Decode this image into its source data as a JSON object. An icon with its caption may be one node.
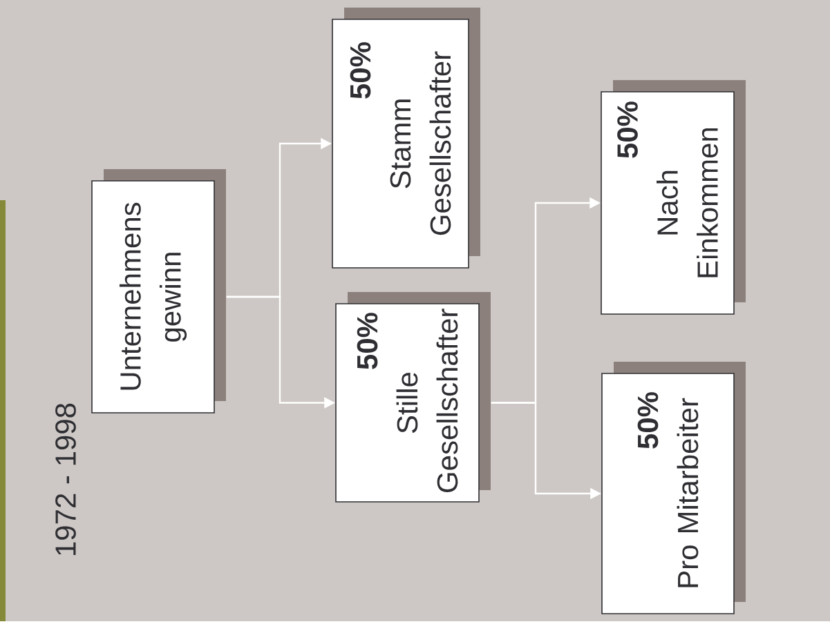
{
  "diagram": {
    "nodes": [
      {
        "text": [
          "Unternehmens gewinn"
        ]
      },
      {
        "text": [
          "50%",
          "Stamm Gesellschafter"
        ]
      },
      {
        "text": [
          "50%",
          "Stille Gesellschafter"
        ]
      },
      {
        "text": [
          "50%",
          "Nach Einkommen"
        ]
      },
      {
        "text": [
          "50%",
          "Pro Mitarbeiter"
        ]
      }
    ],
    "edges": [
      {
        "from": 0,
        "to": 1,
        "arrow": "to"
      },
      {
        "from": 0,
        "to": 2,
        "arrow": "to"
      },
      {
        "from": 2,
        "to": 3,
        "arrow": "to"
      },
      {
        "from": 2,
        "to": 4,
        "arrow": "to"
      }
    ],
    "labels": [
      "1972 - 1998"
    ]
  }
}
